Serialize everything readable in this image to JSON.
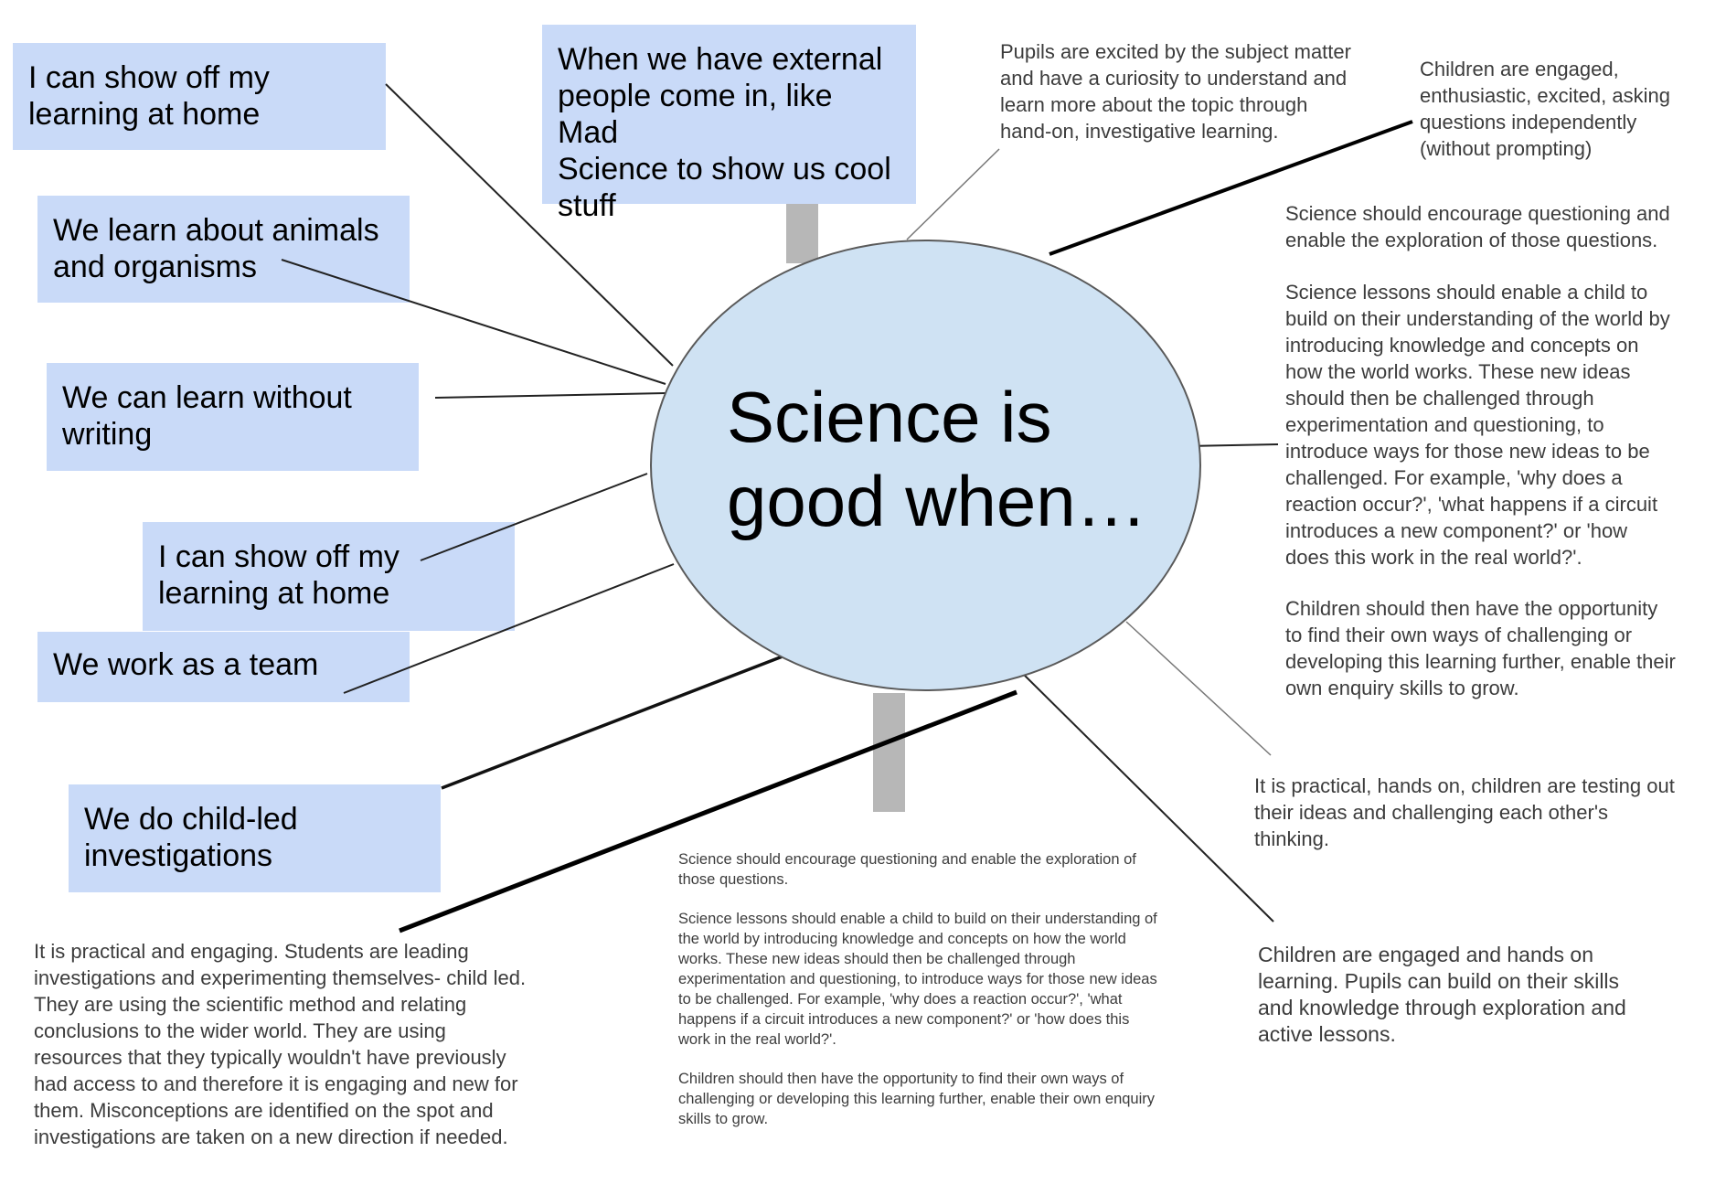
{
  "center": {
    "title": "Science is\ngood when…"
  },
  "boxes": [
    {
      "id": "show-off-1",
      "text": "I can show off my\nlearning at home"
    },
    {
      "id": "external-people",
      "text": "When we have external\npeople come in, like Mad\nScience to show us cool\nstuff"
    },
    {
      "id": "animals",
      "text": "We learn about animals\nand organisms"
    },
    {
      "id": "without-writing",
      "text": "We can learn without\nwriting"
    },
    {
      "id": "show-off-2",
      "text": "I can show off my\nlearning at home"
    },
    {
      "id": "team",
      "text": "We work as a team"
    },
    {
      "id": "child-led",
      "text": "We do child-led\ninvestigations"
    }
  ],
  "notes": {
    "pupils_excited": "Pupils are excited by the subject matter\nand have a curiosity to understand and\nlearn more about the topic through\nhand-on, investigative learning.",
    "children_engaged_top": "Children are engaged,\nenthusiastic, excited, asking\nquestions independently\n(without prompting)",
    "encourage_questioning": "Science should encourage questioning and\nenable the exploration of those questions.",
    "lessons_enable": "Science lessons should enable a child to\nbuild on their understanding of the world by\nintroducing knowledge and concepts on\nhow the world works. These new ideas\nshould then be challenged through\nexperimentation and questioning, to\nintroduce ways for those new ideas to be\nchallenged. For example, 'why does a\nreaction occur?', 'what happens if a circuit\nintroduces a new component?' or 'how\ndoes this work in the real world?'.",
    "opportunity": "Children should then have the opportunity\nto find their own ways of challenging or\ndeveloping this learning further, enable their\nown enquiry skills to grow.",
    "practical_hands_on": "It is practical, hands on, children are testing out\ntheir ideas and challenging each other's\nthinking.",
    "hands_on_learning": "Children are engaged and hands on\nlearning. Pupils can build on their skills\nand knowledge through exploration and\nactive lessons.",
    "practical_engaging": "It is practical and engaging. Students are leading\ninvestigations and experimenting themselves- child led.\nThey are using the scientific method and relating\nconclusions to the wider world. They are using\nresources that they typically wouldn't have previously\nhad access to and therefore it is engaging and new for\nthem. Misconceptions are identified on the spot and\ninvestigations are taken on a new direction if needed.",
    "small_questioning": "Science should encourage questioning and enable the exploration of\nthose questions.",
    "small_lessons": "Science lessons should enable a child to build on their understanding of\nthe world by introducing knowledge and concepts on how the world\nworks. These new ideas should then be challenged through\nexperimentation and questioning, to introduce ways for those new ideas\nto be challenged. For example, 'why does a reaction occur?', 'what\nhappens if a circuit introduces a new component?' or 'how does this\nwork in the real world?'.",
    "small_opportunity": "Children should then have the opportunity to find their own ways of\nchallenging or developing this learning further, enable their own enquiry\nskills to grow."
  }
}
